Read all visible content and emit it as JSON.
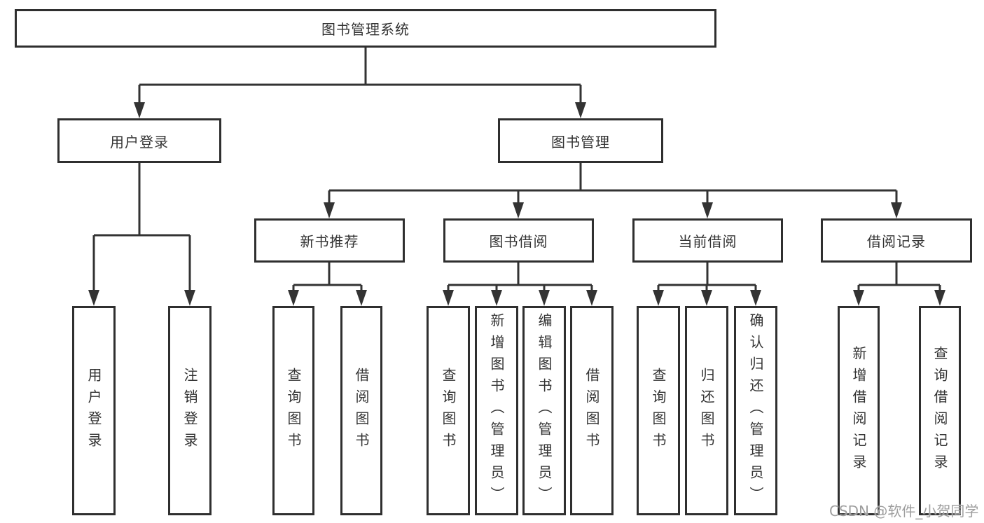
{
  "diagram": {
    "root": "图书管理系统",
    "level2": {
      "user_login": "用户登录",
      "book_mgmt": "图书管理"
    },
    "level3": {
      "new_book_rec": "新书推荐",
      "book_borrow": "图书借阅",
      "current_borrow": "当前借阅",
      "borrow_records": "借阅记录"
    },
    "leaves": {
      "user_login": [
        "用户登录",
        "注销登录"
      ],
      "new_book_rec": [
        "查询图书",
        "借阅图书"
      ],
      "book_borrow": [
        "查询图书",
        "新增图书（管理员）",
        "编辑图书（管理员）",
        "借阅图书"
      ],
      "current_borrow": [
        "查询图书",
        "归还图书",
        "确认归还（管理员）"
      ],
      "borrow_records": [
        "新增借阅记录",
        "查询借阅记录"
      ]
    }
  },
  "watermark": "CSDN @软件_小贺同学",
  "colors": {
    "line": "#333333",
    "box_border": "#2f2f2f",
    "text": "#333333",
    "watermark": "#9e9e9e",
    "background": "#ffffff"
  }
}
